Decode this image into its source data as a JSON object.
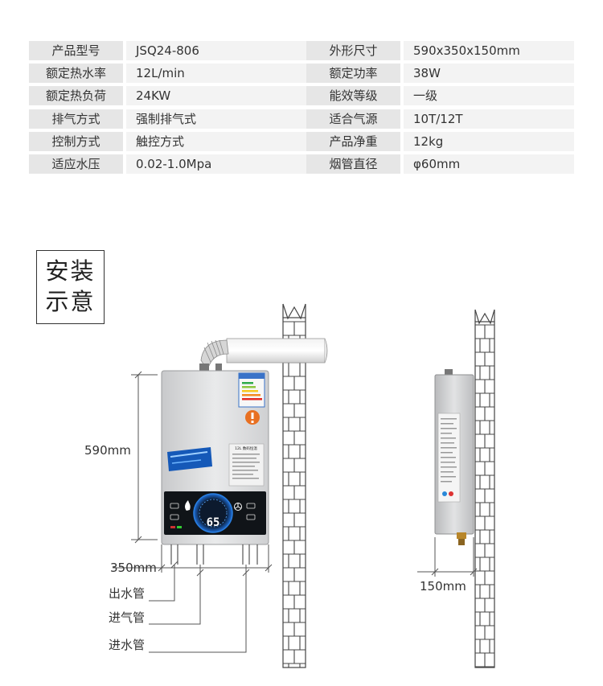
{
  "specs_left": [
    {
      "label": "产品型号",
      "value": "JSQ24-806"
    },
    {
      "label": "额定热水率",
      "value": "12L/min"
    },
    {
      "label": "额定热负荷",
      "value": "24KW"
    },
    {
      "label": "排气方式",
      "value": "强制排气式"
    },
    {
      "label": "控制方式",
      "value": "触控方式"
    },
    {
      "label": "适应水压",
      "value": "0.02-1.0Mpa"
    }
  ],
  "specs_right": [
    {
      "label": "外形尺寸",
      "value": "590x350x150mm"
    },
    {
      "label": "额定功率",
      "value": "38W"
    },
    {
      "label": "能效等级",
      "value": "一级"
    },
    {
      "label": "适合气源",
      "value": "10T/12T"
    },
    {
      "label": "产品净重",
      "value": "12kg"
    },
    {
      "label": "烟管直径",
      "value": "φ60mm"
    }
  ],
  "install_title": {
    "line1": "安装",
    "line2": "示意"
  },
  "diagram": {
    "height_label": "590mm",
    "width_label": "350mm",
    "depth_label": "150mm",
    "outlet_label": "出水管",
    "gas_label": "进气管",
    "inlet_label": "进水管",
    "display_temp": "65",
    "panel_label": "12L 数码恒温",
    "colors": {
      "body": "#d9dadb",
      "display": "#101418",
      "ring": "#2a7fe0",
      "wall": "#ffffff",
      "wall_line": "#444444"
    }
  }
}
